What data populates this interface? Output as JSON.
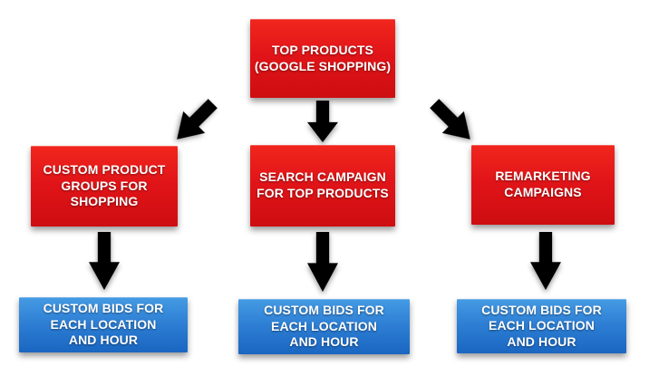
{
  "colors": {
    "background": "#ffffff",
    "red_box_top": "#f1261d",
    "red_box_bottom": "#cd0d11",
    "blue_box_top": "#459be4",
    "blue_box_bottom": "#1a66c1",
    "arrow": "#000000",
    "text": "#ffffff"
  },
  "nodes": {
    "top_products": {
      "label": "TOP PRODUCTS\n(GOOGLE SHOPPING)",
      "color": "red"
    },
    "custom_product_groups": {
      "label": "CUSTOM PRODUCT\nGROUPS FOR\nSHOPPING",
      "color": "red"
    },
    "search_campaign": {
      "label": "SEARCH CAMPAIGN\nFOR TOP PRODUCTS",
      "color": "red"
    },
    "remarketing_campaigns": {
      "label": "REMARKETING\nCAMPAIGNS",
      "color": "red"
    },
    "custom_bids_left": {
      "label": "CUSTOM BIDS FOR\nEACH LOCATION\nAND HOUR",
      "color": "blue"
    },
    "custom_bids_center": {
      "label": "CUSTOM BIDS FOR\nEACH LOCATION\nAND HOUR",
      "color": "blue"
    },
    "custom_bids_right": {
      "label": "CUSTOM BIDS FOR\nEACH LOCATION\nAND HOUR",
      "color": "blue"
    }
  },
  "edges": [
    {
      "from": "top_products",
      "to": "custom_product_groups",
      "direction": "down-left"
    },
    {
      "from": "top_products",
      "to": "search_campaign",
      "direction": "down"
    },
    {
      "from": "top_products",
      "to": "remarketing_campaigns",
      "direction": "down-right"
    },
    {
      "from": "custom_product_groups",
      "to": "custom_bids_left",
      "direction": "down"
    },
    {
      "from": "search_campaign",
      "to": "custom_bids_center",
      "direction": "down"
    },
    {
      "from": "remarketing_campaigns",
      "to": "custom_bids_right",
      "direction": "down"
    }
  ]
}
